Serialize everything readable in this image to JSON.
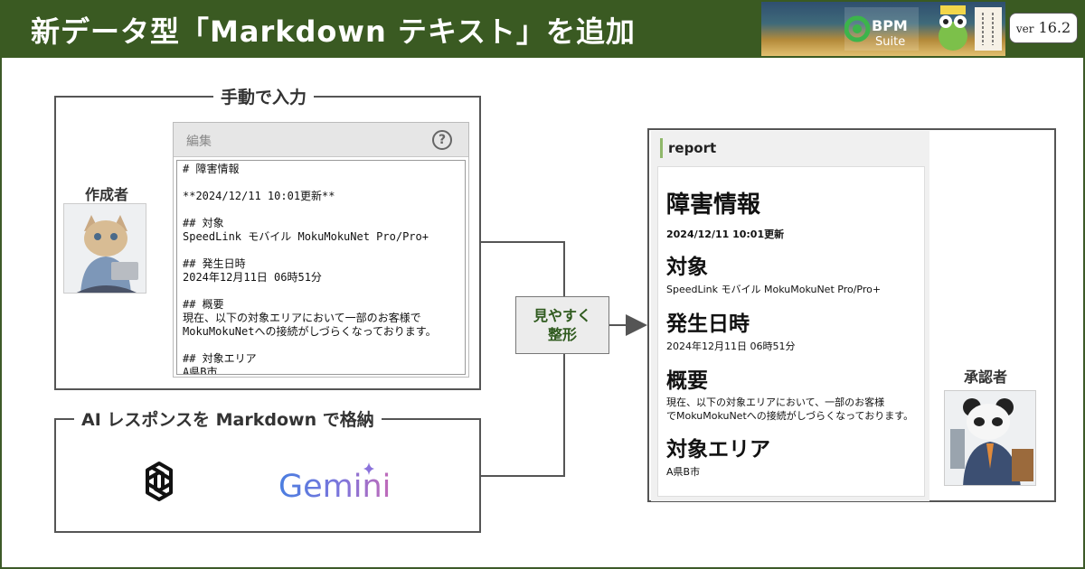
{
  "header": {
    "title": "新データ型「Markdown テキスト」を追加",
    "suite_logo_text": "BPM",
    "suite_logo_sub": "Suite",
    "version_prefix": "ver",
    "version": "16.2"
  },
  "manual_input": {
    "label": "手動で入力",
    "author_label": "作成者",
    "editor": {
      "toolbar_label": "編集",
      "help_symbol": "?",
      "content": "# 障害情報\n\n**2024/12/11 10:01更新**\n\n## 対象\nSpeedLink モバイル MokuMokuNet Pro/Pro+\n\n## 発生日時\n2024年12月11日 06時51分\n\n## 概要\n現在、以下の対象エリアにおいて一部のお客様で\nMokuMokuNetへの接続がしづらくなっております。\n\n## 対象エリア\nA県B市"
    }
  },
  "ai_input": {
    "label": "AI レスポンスを Markdown で格納",
    "gemini_text": "Gemini"
  },
  "process": {
    "line1": "見やすく",
    "line2": "整形"
  },
  "report": {
    "header": "report",
    "h1": "障害情報",
    "updated": "2024/12/11 10:01更新",
    "target_heading": "対象",
    "target_text": "SpeedLink モバイル MokuMokuNet Pro/Pro+",
    "datetime_heading": "発生日時",
    "datetime_text": "2024年12月11日 06時51分",
    "summary_heading": "概要",
    "summary_line1": "現在、以下の対象エリアにおいて、一部のお客様",
    "summary_line2": "でMokuMokuNetへの接続がしづらくなっております。",
    "area_heading": "対象エリア",
    "area_text": "A県B市",
    "approver_label": "承認者"
  },
  "colors": {
    "header_bg": "#3a5a22",
    "accent_green": "#2f5a1e",
    "report_bar": "#8fb86a",
    "gemini_blue": "#4a7ee0",
    "gemini_purple": "#a06ad6"
  }
}
